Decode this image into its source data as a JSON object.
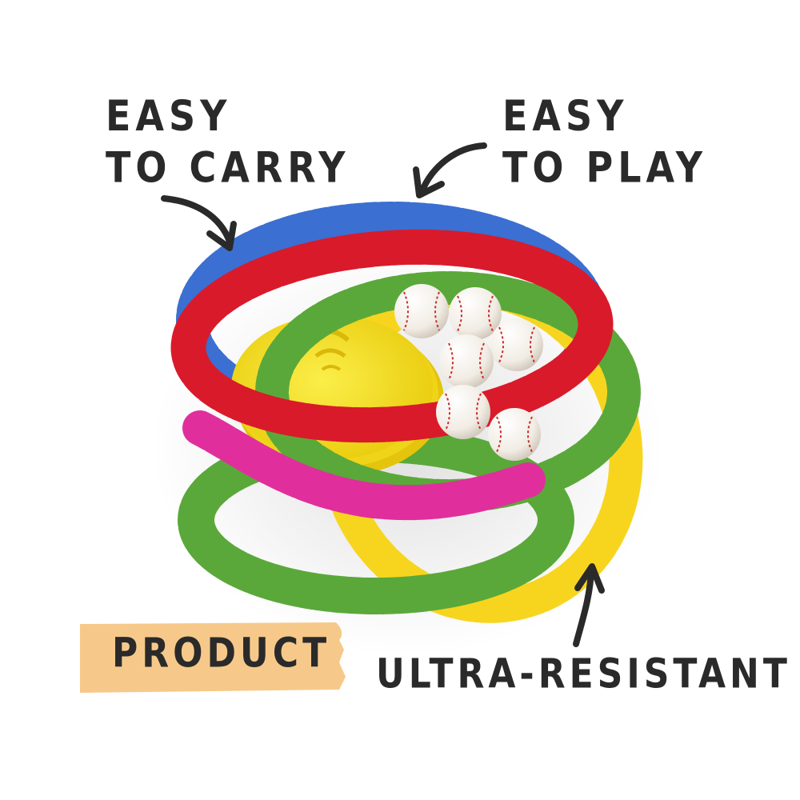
{
  "captions": {
    "easy_to_carry": [
      "EASY",
      "TO CARRY"
    ],
    "easy_to_play": [
      "EASY",
      "TO PLAY"
    ],
    "ultra_resistant": "ULTRA-RESISTANT",
    "product": "PRODUCT"
  },
  "colors": {
    "text": "#2a2a2a",
    "badge": "#f6c98a",
    "ring_blue": "#3b6fd1",
    "ring_red": "#d91a2a",
    "ring_green": "#5aa83a",
    "ring_pink": "#e02f9c",
    "ring_yellow": "#f7d51e",
    "cone_yellow": "#f6e227",
    "ball": "#f7f3ee",
    "stitch": "#cc2b2b"
  },
  "items": {
    "balls": 6,
    "rings": [
      "blue",
      "red",
      "green",
      "pink",
      "yellow"
    ],
    "cones": "yellow"
  }
}
